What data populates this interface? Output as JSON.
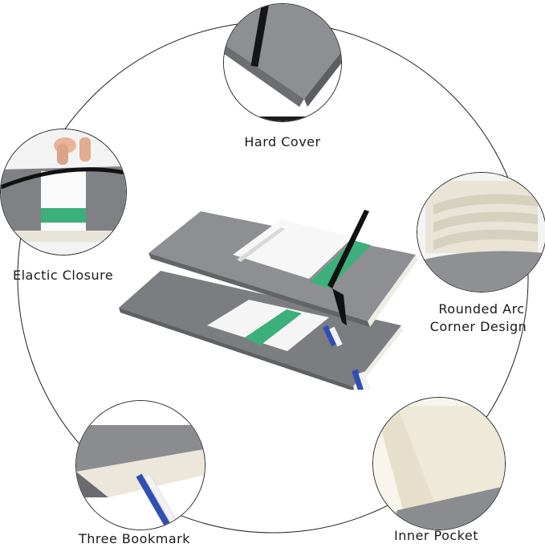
{
  "colors": {
    "cover": "#8a8b8f",
    "cover_dark": "#6e6f73",
    "band": "#111111",
    "green": "#3cb07a",
    "paper": "#efece3",
    "ribbon_blue": "#2f4fb5",
    "ribbon_white": "#f2f2f2"
  },
  "features": {
    "hard_cover": {
      "label": "Hard Cover",
      "icon": "hard-cover-closeup"
    },
    "elastic_closure": {
      "label": "Elactic Closure",
      "icon": "elastic-closure-closeup"
    },
    "rounded_corner": {
      "line1": "Rounded Arc",
      "line2": "Corner Design",
      "icon": "rounded-corner-closeup"
    },
    "bookmark": {
      "label": "Three Bookmark",
      "icon": "bookmark-ribbon-closeup"
    },
    "inner_pocket": {
      "label": "Inner Pocket",
      "icon": "inner-pocket-closeup"
    }
  }
}
